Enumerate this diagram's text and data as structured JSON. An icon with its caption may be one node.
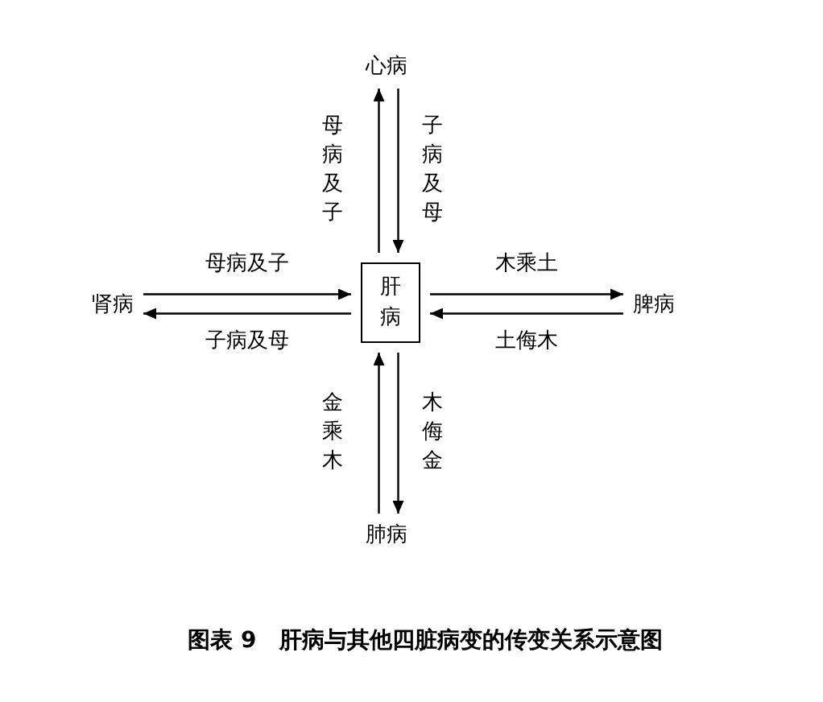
{
  "diagram": {
    "caption": "图表 9　肝病与其他四脏病变的传变关系示意图",
    "nodes": [
      {
        "text": [
          "肝病"
        ]
      },
      {
        "text": [
          "心病"
        ]
      },
      {
        "text": [
          "肾病"
        ]
      },
      {
        "text": [
          "脾病"
        ]
      },
      {
        "text": [
          "肺病"
        ]
      }
    ],
    "edges": [
      {
        "from": 0,
        "to": 1,
        "arrow": "to",
        "label": "母病及子"
      },
      {
        "from": 1,
        "to": 0,
        "arrow": "to",
        "label": "子病及母"
      },
      {
        "from": 2,
        "to": 0,
        "arrow": "to",
        "label": "母病及子"
      },
      {
        "from": 0,
        "to": 2,
        "arrow": "to",
        "label": "子病及母"
      },
      {
        "from": 0,
        "to": 3,
        "arrow": "to",
        "label": "木乘土"
      },
      {
        "from": 3,
        "to": 0,
        "arrow": "to",
        "label": "土侮木"
      },
      {
        "from": 4,
        "to": 0,
        "arrow": "to",
        "label": "金乘木"
      },
      {
        "from": 0,
        "to": 4,
        "arrow": "to",
        "label": "木侮金"
      }
    ]
  }
}
